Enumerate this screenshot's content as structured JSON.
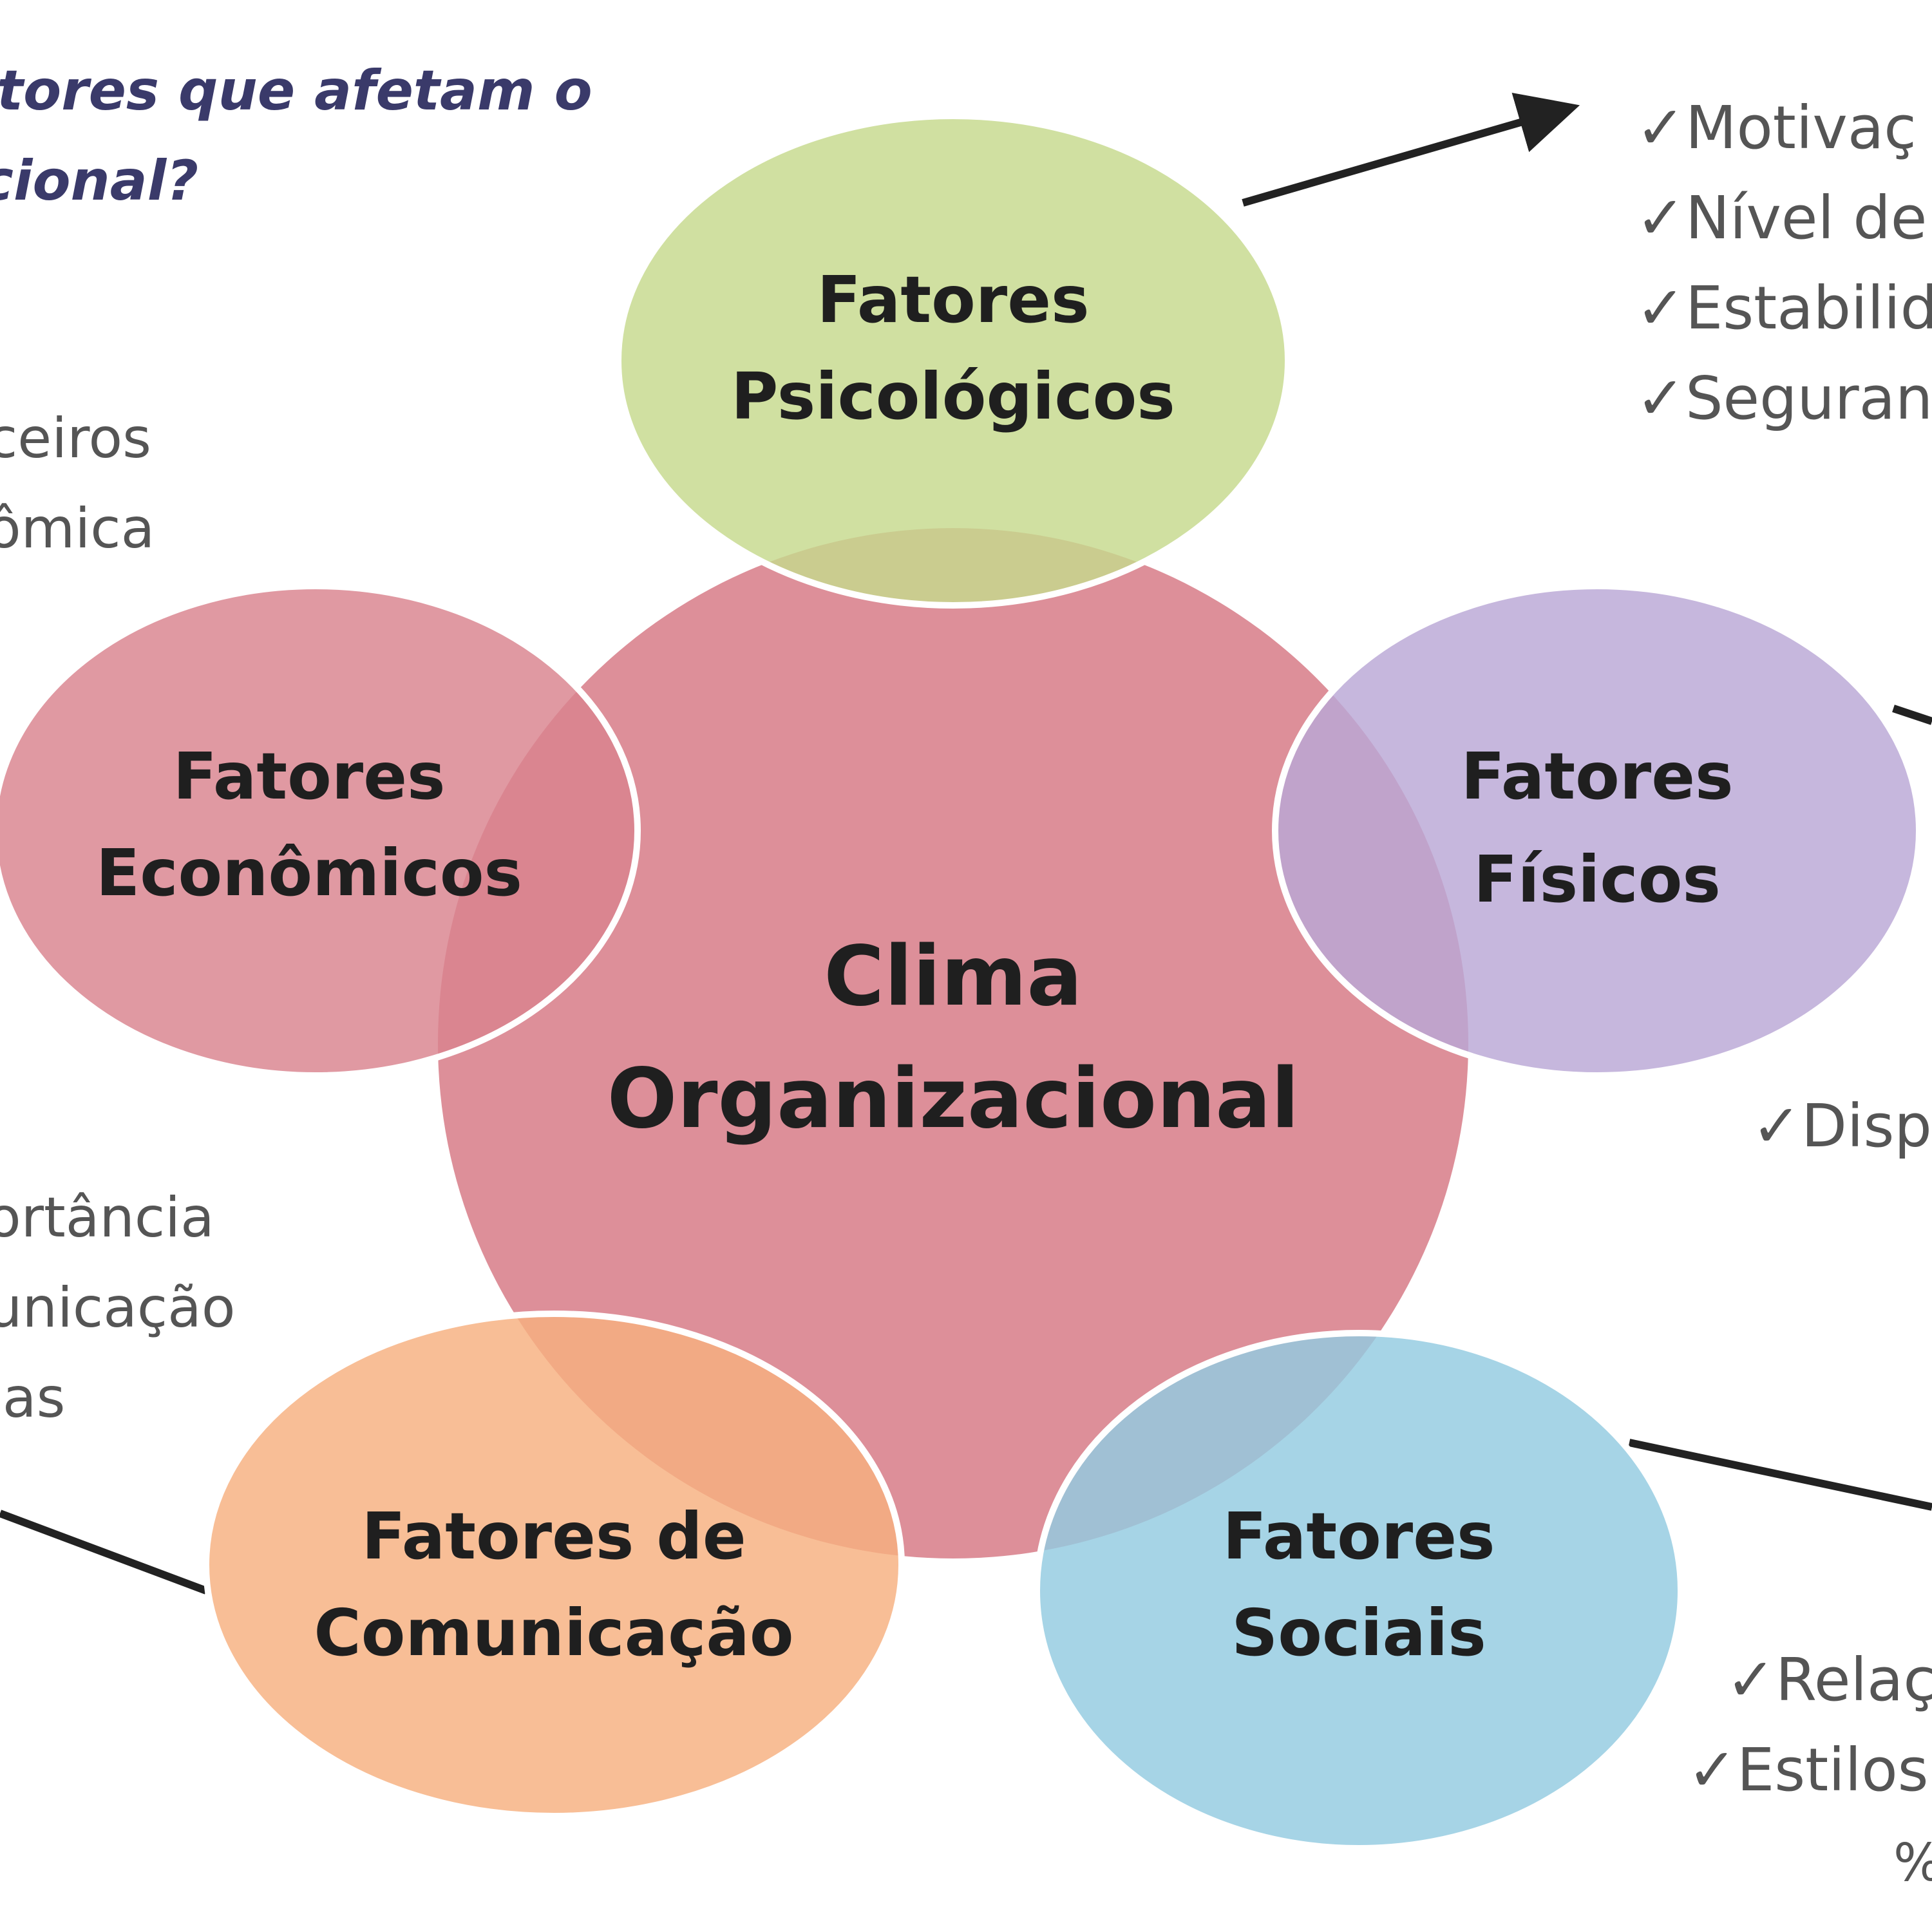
{
  "question": {
    "line1_a": "tores que ",
    "line1_b": "afetam o",
    "line2": "cional?"
  },
  "center": {
    "line1": "Clima",
    "line2": "Organizacional",
    "color": "#dd8f99"
  },
  "bubbles": [
    {
      "key": "psicologicos",
      "line1": "Fatores",
      "line2": "Psicológicos",
      "color": "#c6d98c"
    },
    {
      "key": "economicos",
      "line1": "Fatores",
      "line2": "Econômicos",
      "color": "#d9828e"
    },
    {
      "key": "fisicos",
      "line1": "Fatores",
      "line2": "Físicos",
      "color": "#b9a7d6"
    },
    {
      "key": "comunicacao",
      "line1": "Fatores de",
      "line2": "Comunicação",
      "color": "#f6b07f"
    },
    {
      "key": "sociais",
      "line1": "Fatores",
      "line2": "Sociais",
      "color": "#93cae0"
    }
  ],
  "right_top_list": [
    "✓Motivaç",
    "✓Nível de",
    "✓Estabilid",
    "✓Seguranç"
  ],
  "left_mid_list": [
    "ceiros",
    "ômica"
  ],
  "right_mid_list": [
    "✓Disp"
  ],
  "left_low_list": [
    "ortância",
    "unicação",
    "ias"
  ],
  "right_low_list": [
    "✓Relaç",
    "✓Estilos",
    "%"
  ]
}
